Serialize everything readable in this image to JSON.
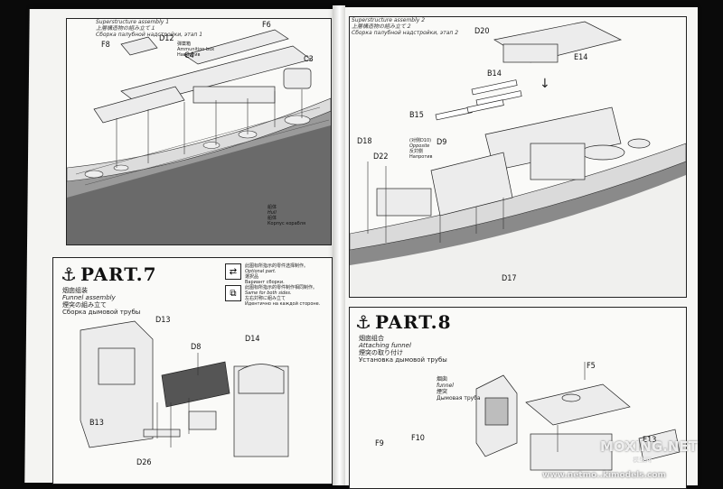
{
  "top_left_panel": {
    "caption": [
      "Superstructure assembly 1",
      "上層構造物の組み立て１",
      "Сборка палубной надстройки, этап 1"
    ],
    "labels": {
      "f6": "F6",
      "f8": "F8",
      "d12": "D12",
      "c4": "C4",
      "c3": "C3"
    },
    "ammo_note": [
      "弾薬箱",
      "Ammunition box",
      "Напротив"
    ],
    "hull_note": [
      "船体",
      "Hull",
      "船体",
      "Корпус корабля"
    ]
  },
  "top_right_panel": {
    "caption": [
      "Superstructure assembly 2",
      "上層構造物の組み立て２",
      "Сборка палубной надстройки, этап 2"
    ],
    "labels": {
      "d20": "D20",
      "e14": "E14",
      "b14": "B14",
      "b15": "B15",
      "d18": "D18",
      "d22": "D22",
      "d9": "D9",
      "d17": "D17"
    },
    "d9_note": [
      "(对侧D10)",
      "Opposite",
      "反対側",
      "Напротив"
    ]
  },
  "part7": {
    "title": "PART.7",
    "subtitle": [
      "烟囱组装",
      "Funnel assembly",
      "煙突の組み立て",
      "Сборка дымовой трубы"
    ],
    "legend": [
      {
        "icon": "optional-parts-icon",
        "text": [
          "此图标所指示的零件选择制作。",
          "Optional part.",
          "選択品",
          "Вариант сборки."
        ]
      },
      {
        "icon": "both-sides-icon",
        "text": [
          "此图标所指示的零件制作相同制作。",
          "Same for both sides.",
          "左右対称に組み立て",
          "Идентично на каждой стороне."
        ]
      }
    ],
    "labels": {
      "d13": "D13",
      "d8": "D8",
      "d14": "D14",
      "b13": "B13",
      "d26": "D26"
    }
  },
  "part8": {
    "title": "PART.8",
    "subtitle": [
      "烟囱组合",
      "Attaching funnel",
      "煙突の取り付け",
      "Установка дымовой трубы"
    ],
    "funnel_note": [
      "烟囱",
      "funnel",
      "煙突",
      "Дымовая труба"
    ],
    "labels": {
      "f5": "F5",
      "f9": "F9",
      "f10": "F10",
      "e13": "E13"
    }
  },
  "watermark": {
    "brand": "MOXING.NET",
    "sub": "模型网",
    "url": "www.netmo..kimodels.com"
  },
  "colors": {
    "page": "#f4f4f2",
    "ink": "#111111",
    "hull_shade": "#5c5c5c",
    "bg": "#0a0a0a"
  }
}
